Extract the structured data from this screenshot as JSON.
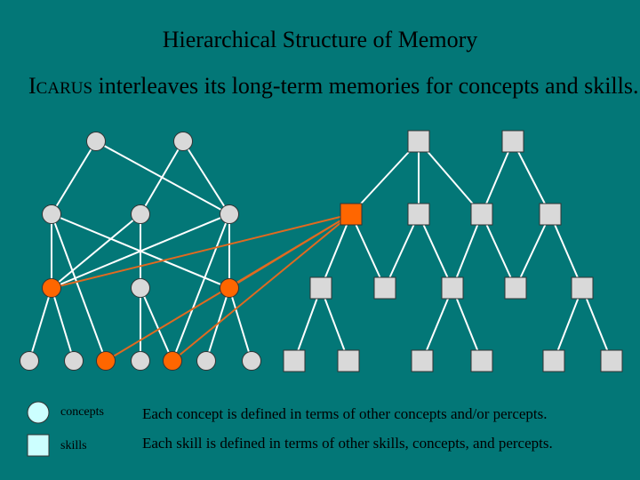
{
  "title": "Hierarchical Structure of Memory",
  "subtitle": {
    "name_initial": "I",
    "name_rest": "CARUS",
    "text": " interleaves its long-term memories for concepts and skills."
  },
  "colors": {
    "background": "#037777",
    "node_fill": "#d9d9d9",
    "highlight_fill": "#ff6600",
    "edge": "#ffffff",
    "highlight_edge": "#e06a20",
    "legend_fill": "#ccffff"
  },
  "legend": {
    "concepts_label": "concepts",
    "skills_label": "skills",
    "concept_desc": "Each concept is defined in terms of other concepts and/or percepts.",
    "skill_desc": "Each skill is defined in terms of other skills, concepts, and percepts."
  },
  "diagram": {
    "node_shapes": {
      "concepts": "circle",
      "skills": "square"
    },
    "highlighted_node_count": 5
  }
}
